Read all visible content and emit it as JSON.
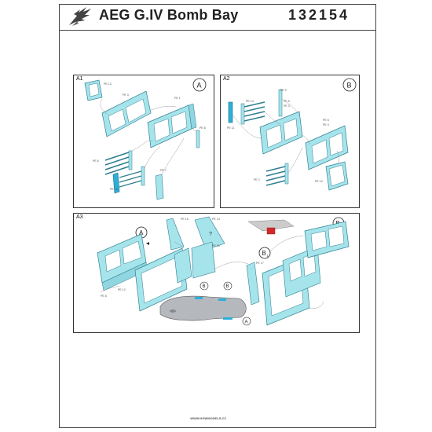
{
  "header": {
    "title": "AEG G.IV Bomb Bay",
    "code": "132154"
  },
  "panels": {
    "a1": {
      "label": "A1",
      "marker": "A"
    },
    "a2": {
      "label": "A2",
      "marker": "B"
    },
    "a3": {
      "label": "A3",
      "marker_a": "A",
      "marker_b1": "B",
      "marker_b1_sub": "1",
      "marker_b2": "B",
      "marker_b2_sub": "2",
      "question": "?"
    }
  },
  "part_labels": {
    "a1": [
      "PE 13",
      "PE 3",
      "PE 1",
      "PE 8",
      "PE 6",
      "PE 7",
      "PE 16"
    ],
    "a2": [
      "PE 9",
      "PE 14",
      "PE 5",
      "PE 3",
      "PE 6",
      "PE 4",
      "PE 11",
      "PE 2",
      "PE 12"
    ],
    "a3": [
      "PE 15",
      "PE 14",
      "PE 10",
      "PE 17",
      "PE 12",
      "PE 8"
    ]
  },
  "footer": "WWW.HGWMODELS.CZ",
  "colors": {
    "part_fill": "#a6e4ec",
    "part_stroke": "#2f7f8f",
    "highlight": "#2bb0d9",
    "accent_red": "#d62828",
    "gray_part": "#b5b8bd"
  }
}
